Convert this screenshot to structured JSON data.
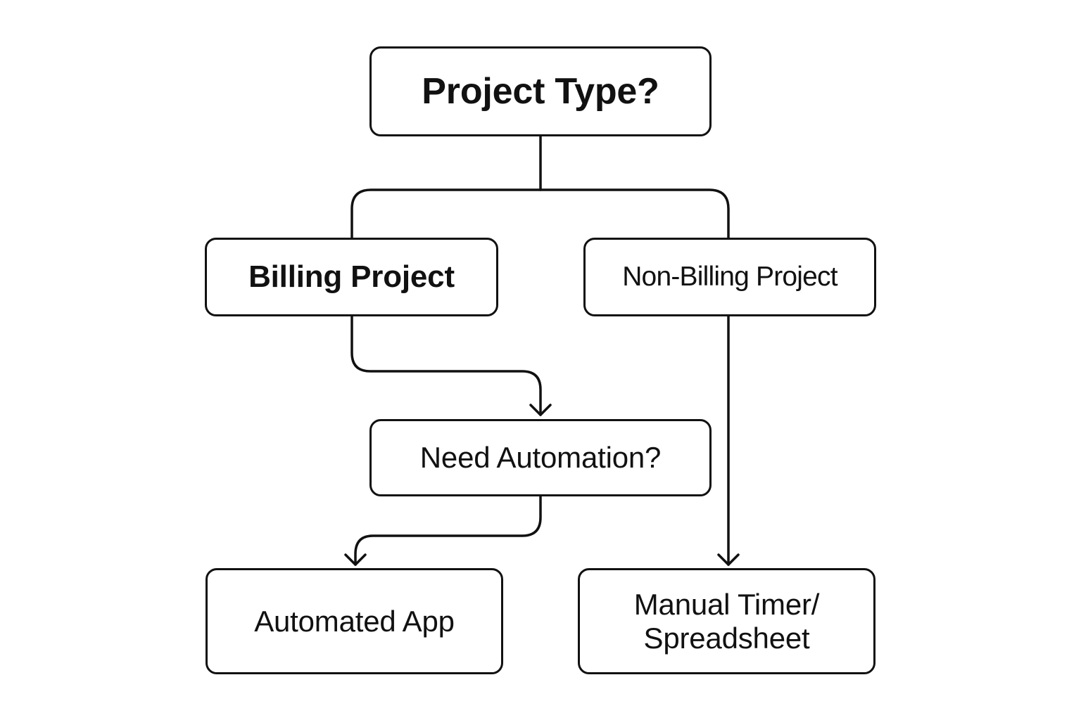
{
  "nodes": {
    "root": "Project Type?",
    "billing": "Billing Project",
    "non_billing": "Non-Billing Project",
    "need_automation": "Need Automation?",
    "automated_app": "Automated App",
    "manual_timer": "Manual Timer/\nSpreadsheet"
  },
  "edges": [
    {
      "from": "root",
      "to": "billing"
    },
    {
      "from": "root",
      "to": "non_billing"
    },
    {
      "from": "billing",
      "to": "need_automation"
    },
    {
      "from": "need_automation",
      "to": "automated_app"
    },
    {
      "from": "non_billing",
      "to": "manual_timer"
    }
  ]
}
